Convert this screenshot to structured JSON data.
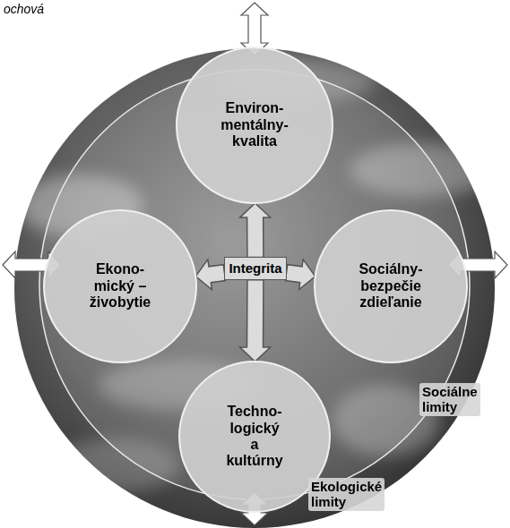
{
  "diagram": {
    "nodes": [
      {
        "text": [
          "Environ- mentálny- kvalita"
        ]
      },
      {
        "text": [
          "Ekono- mický – živobytie"
        ]
      },
      {
        "text": [
          "Integrita"
        ]
      },
      {
        "text": [
          "Sociálny- bezpečie zdieľanie"
        ]
      },
      {
        "text": [
          "Techno- logický a kultúrny"
        ]
      }
    ],
    "edges": [
      {
        "from": 2,
        "to": 0,
        "arrow": "to"
      },
      {
        "from": 2,
        "to": 1,
        "arrow": "to"
      },
      {
        "from": 2,
        "to": 3,
        "arrow": "to"
      },
      {
        "from": 2,
        "to": 4,
        "arrow": "to"
      }
    ],
    "labels": [
      "ochová",
      "Sociálne limity",
      "Ekologické limity"
    ]
  }
}
